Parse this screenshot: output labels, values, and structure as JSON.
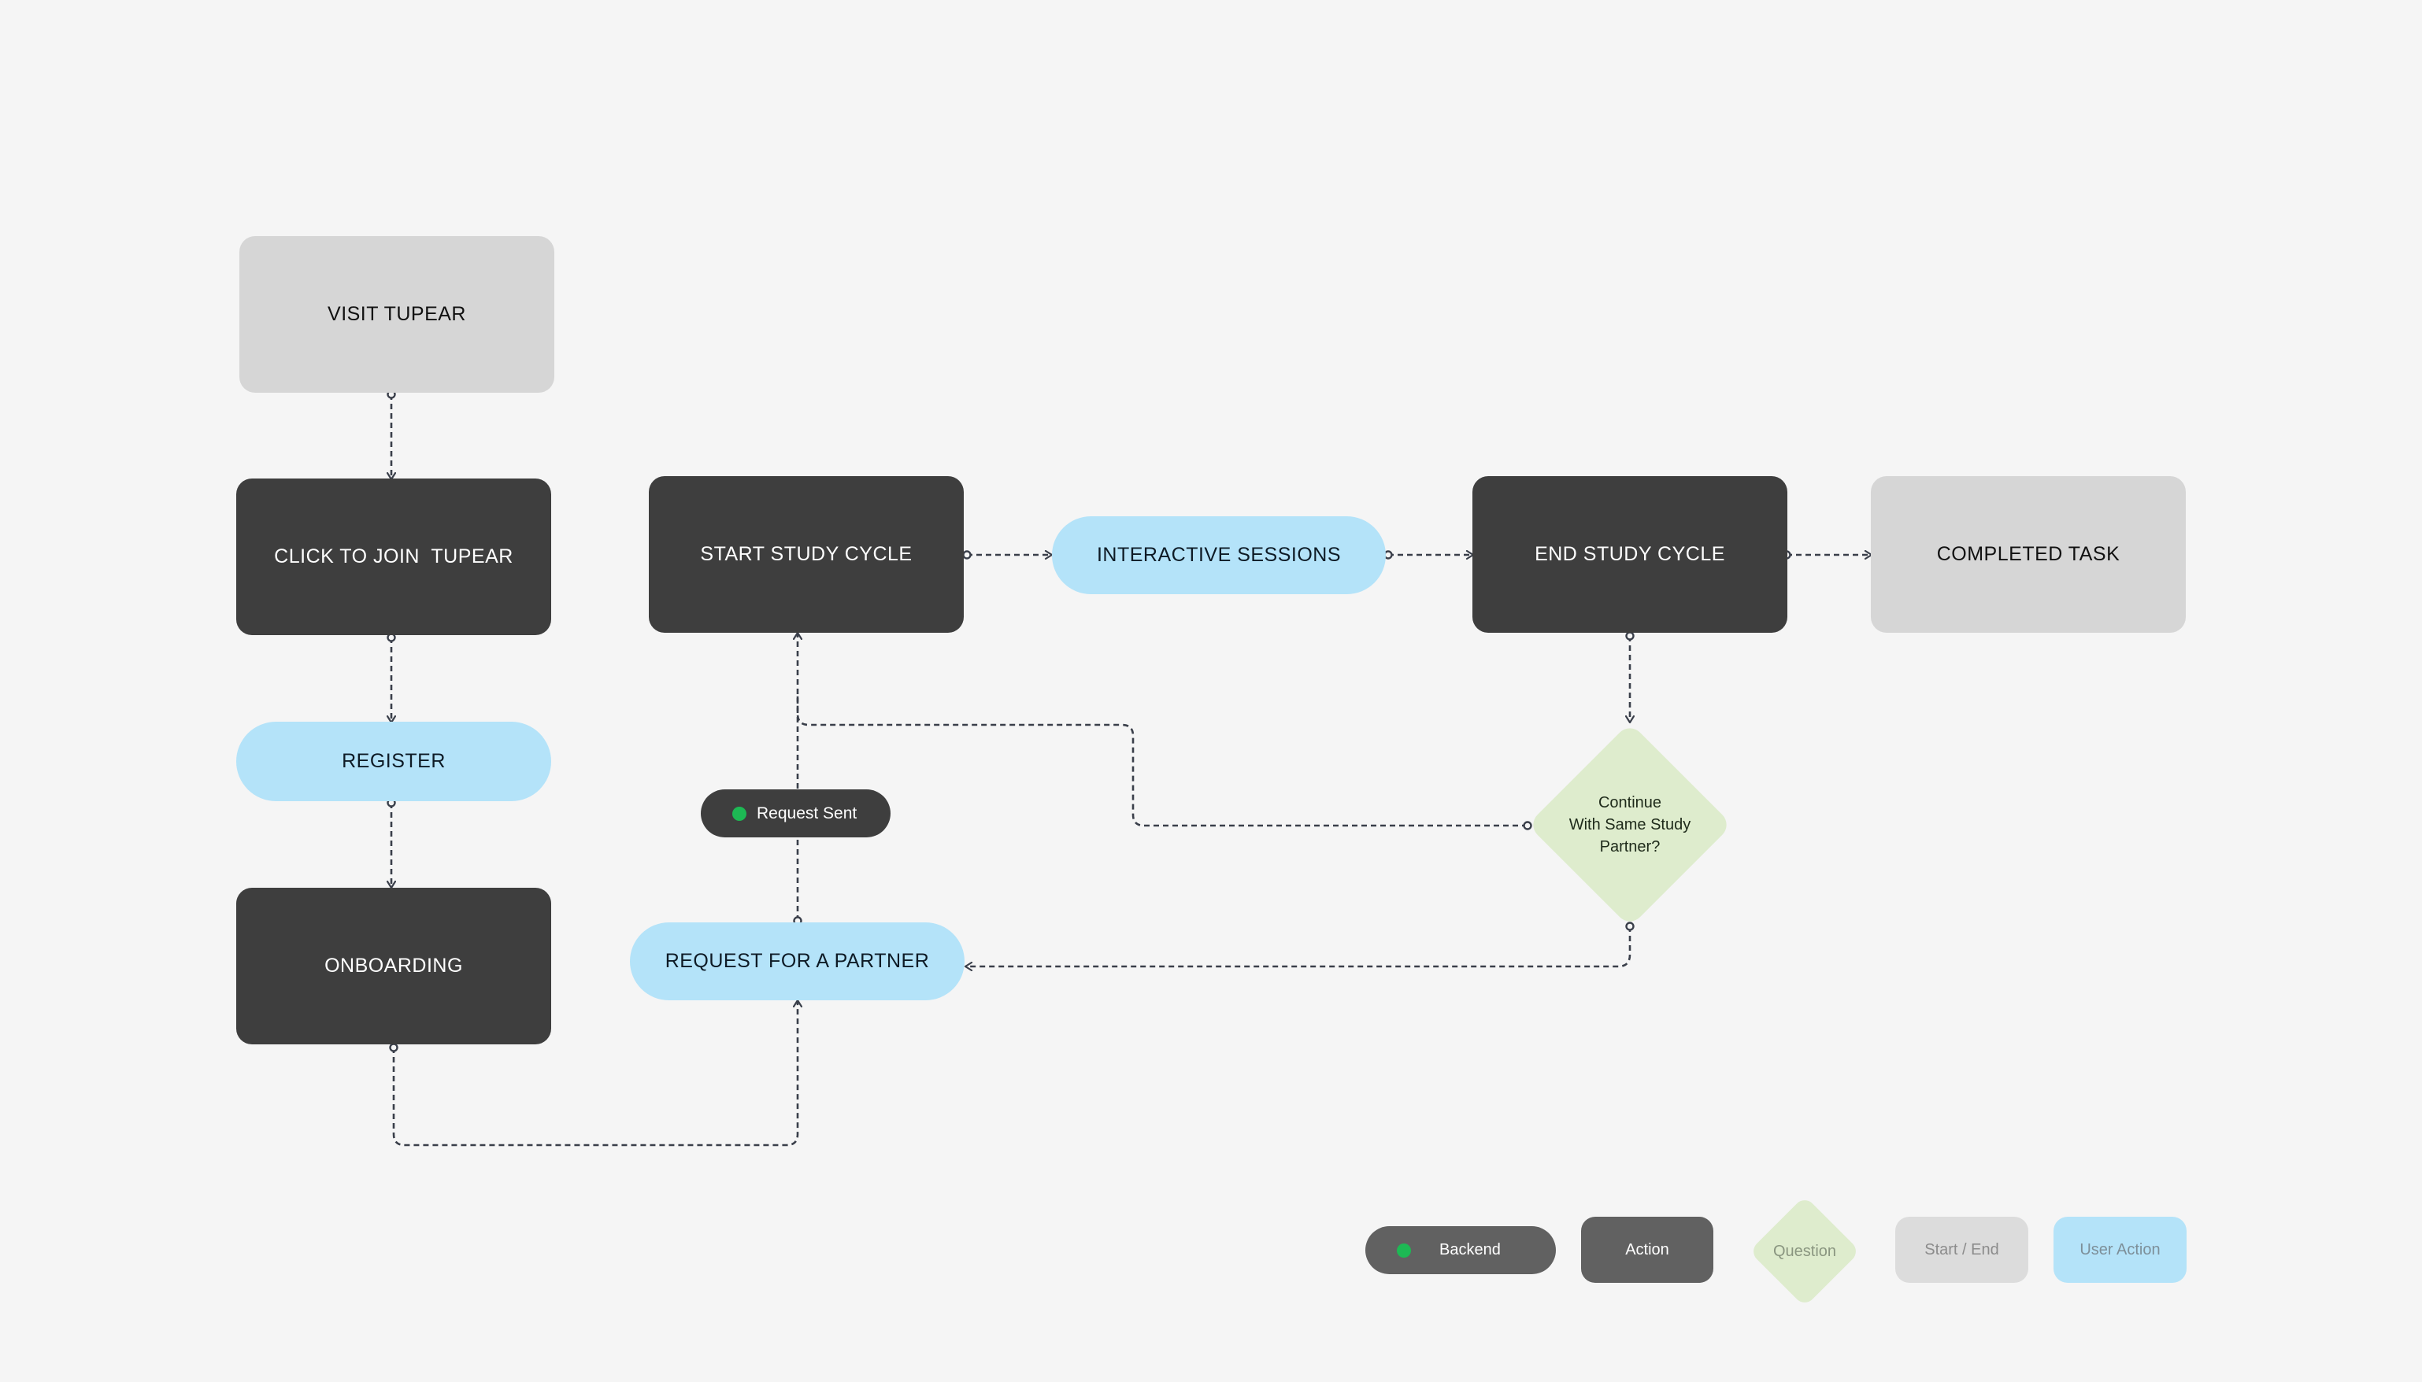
{
  "colors": {
    "background": "#f5f5f5",
    "action": "#3e3e3e",
    "start_end": "#d6d6d6",
    "user_action": "#b4e3f9",
    "question": "#deeccd",
    "backend_badge": "#3e3e3e",
    "status_dot": "#1db954",
    "connector": "#3a3f4a"
  },
  "nodes": {
    "visit_tupear": {
      "label": "VISIT TUPEAR",
      "kind": "start-end"
    },
    "click_to_join": {
      "label": "CLICK TO JOIN  TUPEAR",
      "kind": "action"
    },
    "register": {
      "label": "REGISTER",
      "kind": "user-action"
    },
    "onboarding": {
      "label": "ONBOARDING",
      "kind": "action"
    },
    "start_study_cycle": {
      "label": "START STUDY CYCLE",
      "kind": "action"
    },
    "interactive_sessions": {
      "label": "INTERACTIVE SESSIONS",
      "kind": "user-action"
    },
    "end_study_cycle": {
      "label": "END STUDY CYCLE",
      "kind": "action"
    },
    "completed_task": {
      "label": "COMPLETED TASK",
      "kind": "start-end"
    },
    "request_partner": {
      "label": "REQUEST FOR A PARTNER",
      "kind": "user-action"
    },
    "continue_question": {
      "kind": "question",
      "lines": [
        "Continue",
        "With Same Study",
        "Partner?"
      ]
    }
  },
  "badges": {
    "request_sent": {
      "label": "Request Sent",
      "icon": "status-dot-icon"
    }
  },
  "legend": {
    "backend": {
      "label": "Backend",
      "icon": "status-dot-icon"
    },
    "action": {
      "label": "Action"
    },
    "question": {
      "label": "Question"
    },
    "start_end": {
      "label": "Start / End"
    },
    "user_action": {
      "label": "User Action"
    }
  }
}
